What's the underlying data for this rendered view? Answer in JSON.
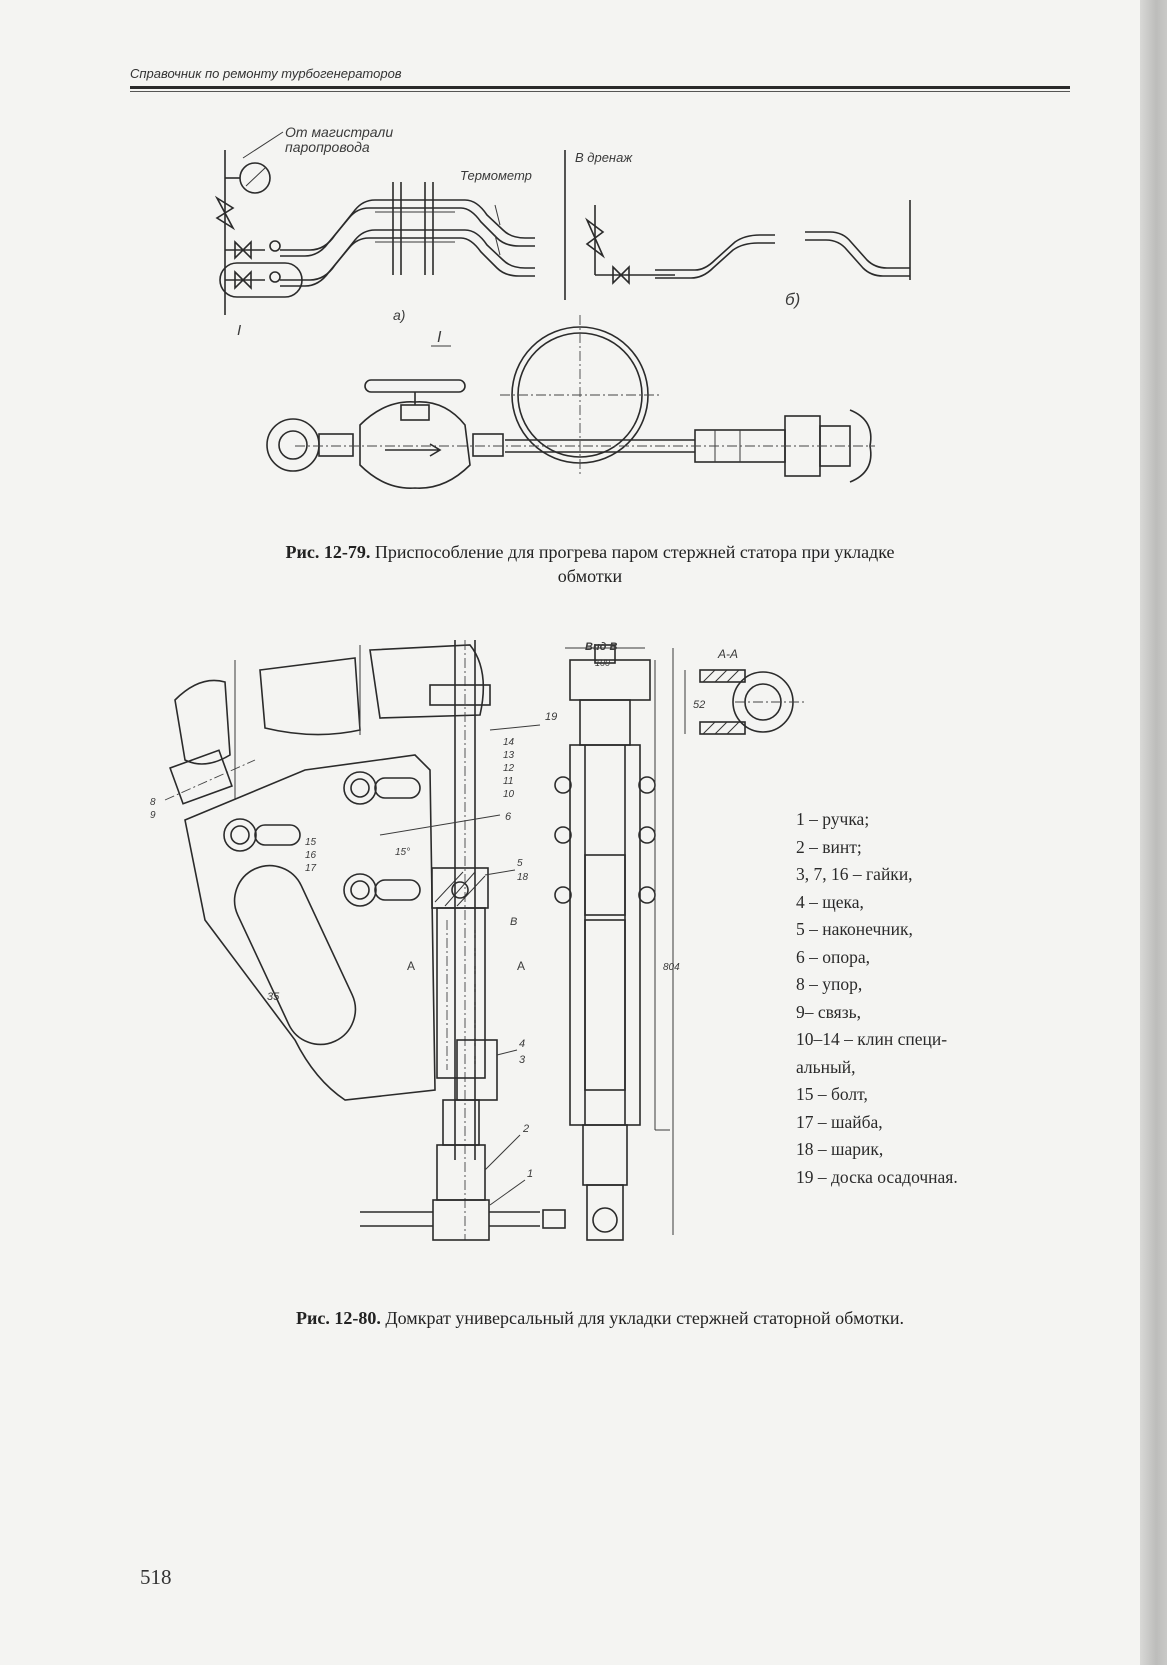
{
  "header": {
    "title": "Справочник по ремонту турбогенераторов"
  },
  "fig79": {
    "labels": {
      "from_main_1": "От магистрали",
      "from_main_2": "паропровода",
      "thermometer": "Термометр",
      "to_drain": "В дренаж",
      "sub_a": "а)",
      "sub_b": "б)",
      "detail_mark": "I",
      "detail_title": "I"
    },
    "caption": {
      "number": "Рис. 12-79.",
      "line1": "Приспособление для прогрева паром стержней статора при укладке",
      "line2": "обмотки"
    }
  },
  "fig80": {
    "labels": {
      "view_b": "Вид В",
      "section_aa": "А-А",
      "dim_100": "100",
      "dim_52": "52",
      "dim_35": "35",
      "dim_15": "15°",
      "dim_vert": "804",
      "callouts": [
        "19",
        "14",
        "13",
        "12",
        "11",
        "10",
        "6",
        "5",
        "18",
        "8",
        "9",
        "15",
        "16",
        "17",
        "4",
        "3",
        "2",
        "1"
      ],
      "arrow_a": "А",
      "arrow_b": "В"
    },
    "legend": [
      "1 – ручка;",
      "2 – винт;",
      "3, 7, 16 – гайки,",
      "4 – щека,",
      "5 – наконечник,",
      "6 – опора,",
      "8 – упор,",
      "9– связь,",
      "10–14 – клин специ-",
      "альный,",
      "15 – болт,",
      "17 – шайба,",
      "18 – шарик,",
      "19 – доска осадочная."
    ],
    "caption": {
      "number": "Рис. 12-80.",
      "text": "Домкрат универсальный для укладки стержней статорной обмотки."
    }
  },
  "page_number": "518"
}
